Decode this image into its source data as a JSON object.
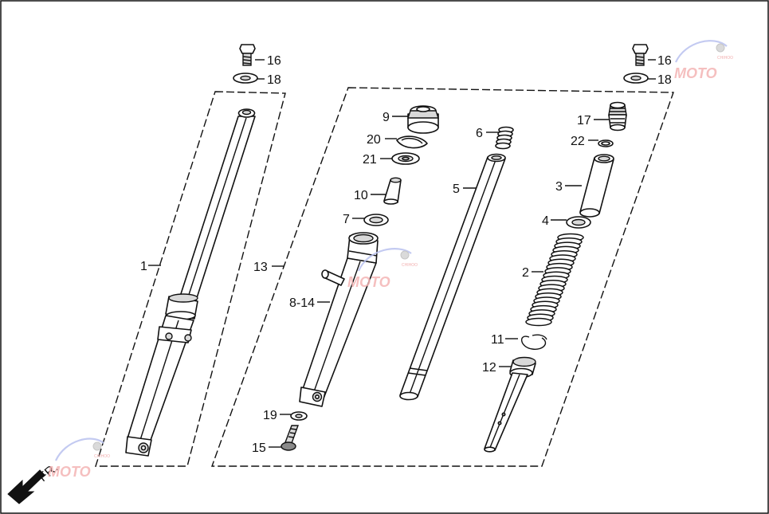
{
  "diagram": {
    "callouts": {
      "c1": "1",
      "c2": "2",
      "c3": "3",
      "c4": "4",
      "c5": "5",
      "c6": "6",
      "c7": "7",
      "c8_14": "8-14",
      "c9": "9",
      "c10": "10",
      "c11": "11",
      "c12": "12",
      "c13": "13",
      "c15": "15",
      "c16_left": "16",
      "c16_right": "16",
      "c17": "17",
      "c18_left": "18",
      "c18_right": "18",
      "c19": "19",
      "c20": "20",
      "c21": "21",
      "c22": "22"
    },
    "direction": {
      "label": "FR."
    },
    "watermark": {
      "brand": "MOTO",
      "tagline": "CHIHOO"
    }
  }
}
